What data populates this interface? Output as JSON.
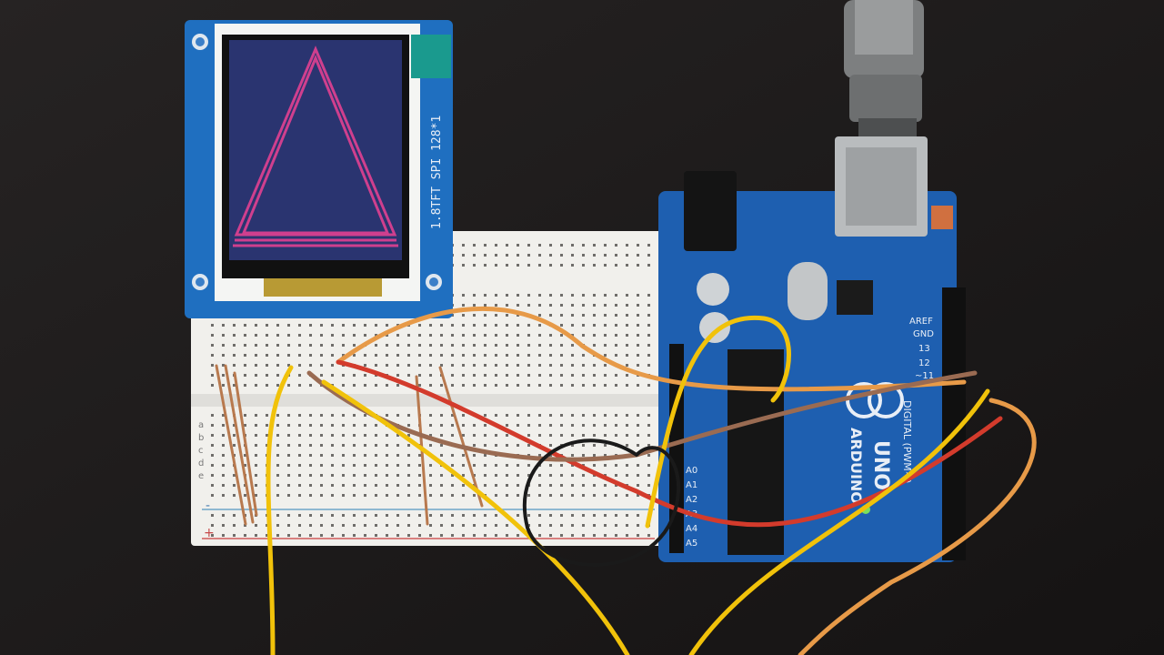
{
  "tft_module": {
    "side_label": "1.8TFT  SPI 128*1",
    "panel_color": "#1f6fc0",
    "screen_color": "#2a3470",
    "triangle_color": "#cf3f8e"
  },
  "arduino": {
    "brand_text": "ARDUINO",
    "model_text": "UNO",
    "digital_label": "DIGITAL (PWM~)",
    "pin_labels_left": [
      "A0",
      "A1",
      "A2",
      "A3",
      "A4",
      "A5"
    ],
    "pin_labels_top": [
      "AREF",
      "GND",
      "13",
      "12",
      "~11"
    ],
    "board_color": "#1e5fb0"
  },
  "breadboard": {
    "color": "#f1f0ec",
    "row_letters": [
      "a",
      "b",
      "c",
      "d",
      "e"
    ],
    "rail_plus": "+",
    "rail_minus": "-"
  },
  "wires": {
    "orange": "#e79a48",
    "red": "#d33b2c",
    "yellow": "#f1c20a",
    "brown": "#9a6b52",
    "black": "#1a1a1a"
  }
}
